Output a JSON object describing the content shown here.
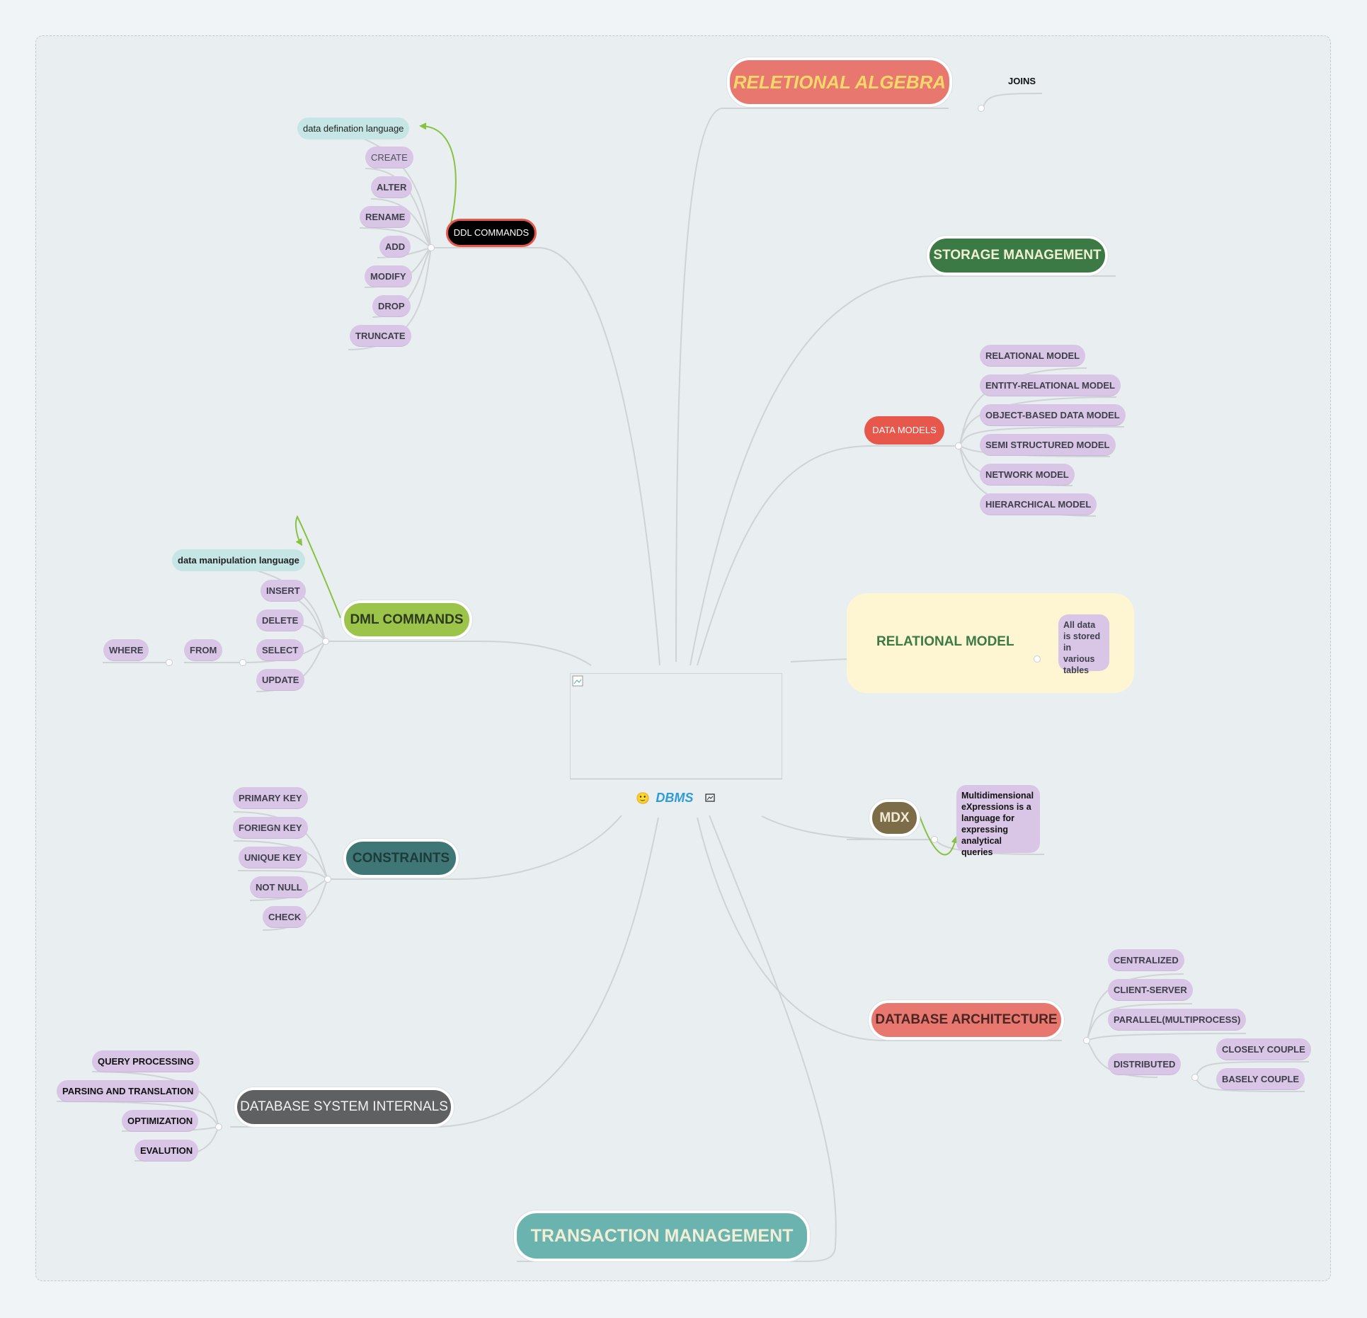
{
  "colors": {
    "background": "#f0f4f7",
    "canvas": "#e9eef1",
    "branch_line": "#cfd3d6",
    "arrow": "#86c340",
    "leaf_pill": "#d9c6e6",
    "note_pill": "#c6e6e6",
    "relational_box": "#fef6d2"
  },
  "central": {
    "title": "DBMS",
    "emoji": "🙂",
    "image_icon": "image-icon"
  },
  "branches": {
    "relational_algebra": {
      "label": "RELETIONAL ALGEBRA",
      "children": [
        "JOINS"
      ],
      "color": "#e8776f"
    },
    "storage_management": {
      "label": "STORAGE MANAGEMENT",
      "color": "#3c7a45"
    },
    "data_models": {
      "label": "DATA MODELS",
      "color": "#e8574b",
      "children": [
        "RELATIONAL MODEL",
        "ENTITY-RELATIONAL MODEL",
        "OBJECT-BASED DATA MODEL",
        "SEMI STRUCTURED MODEL",
        "NETWORK MODEL",
        "HIERARCHICAL MODEL"
      ]
    },
    "relational_model": {
      "label": "RELATIONAL MODEL",
      "note": "All data is stored in various tables"
    },
    "mdx": {
      "label": "MDX",
      "note": "Multidimensional eXpressions is a language for expressing analytical queries",
      "color": "#7c6c48"
    },
    "database_architecture": {
      "label": "DATABASE ARCHITECTURE",
      "color": "#e8776f",
      "children": [
        "CENTRALIZED",
        "CLIENT-SERVER",
        "PARALLEL(MULTIPROCESS)",
        "DISTRIBUTED"
      ],
      "distributed_children": [
        "CLOSELY COUPLE",
        "BASELY COUPLE"
      ]
    },
    "transaction_management": {
      "label": "TRANSACTION MANAGEMENT",
      "color": "#6bb3ae"
    },
    "database_system_internals": {
      "label": "DATABASE SYSTEM INTERNALS",
      "color": "#5e6061",
      "children": [
        "QUERY PROCESSING",
        "PARSING AND TRANSLATION",
        "OPTIMIZATION",
        "EVALUTION"
      ]
    },
    "constraints": {
      "label": "CONSTRAINTS",
      "color": "#3f7777",
      "children": [
        "PRIMARY KEY",
        "FORIEGN KEY",
        "UNIQUE KEY",
        "NOT NULL",
        "CHECK"
      ]
    },
    "dml_commands": {
      "label": "DML COMMANDS",
      "color": "#9cc44a",
      "note": "data manipulation language",
      "children": [
        "INSERT",
        "DELETE",
        "SELECT",
        "UPDATE"
      ],
      "select_children": [
        "FROM"
      ],
      "from_children": [
        "WHERE"
      ]
    },
    "ddl_commands": {
      "label": "DDL COMMANDS",
      "note": "data defination language",
      "children": [
        "CREATE",
        "ALTER",
        "RENAME",
        "ADD",
        "MODIFY",
        "DROP",
        "TRUNCATE"
      ]
    }
  }
}
